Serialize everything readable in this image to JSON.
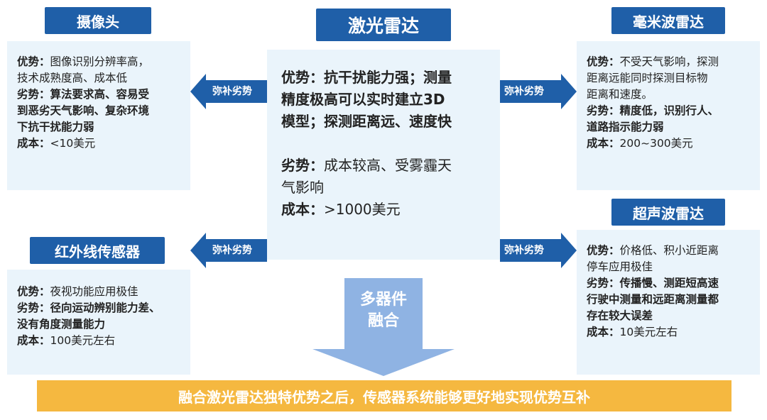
{
  "center": {
    "title": "激光雷达",
    "lines": [
      {
        "label": "优势：",
        "text": "抗干扰能力强；测量",
        "bold": true
      },
      {
        "label": "",
        "text": "精度极高可以实时建立3D",
        "bold": true
      },
      {
        "label": "",
        "text": "模型；探测距离远、速度快",
        "bold": true
      },
      {
        "label": "",
        "text": "",
        "bold": false
      },
      {
        "label": "劣势：",
        "text": "成本较高、受雾霾天",
        "bold": false
      },
      {
        "label": "",
        "text": "气影响",
        "bold": false
      },
      {
        "label": "成本：",
        "text": ">1000美元",
        "bold": false
      }
    ]
  },
  "camera": {
    "title": "摄像头",
    "lines": [
      {
        "label": "优势：",
        "text": "图像识别分辨率高，",
        "bold": false
      },
      {
        "label": "",
        "text": "技术成熟度高、成本低",
        "bold": false
      },
      {
        "label": "劣势：",
        "text": "算法要求高、容易受",
        "bold": true
      },
      {
        "label": "",
        "text": "到恶劣天气影响、复杂环境",
        "bold": true
      },
      {
        "label": "",
        "text": "下抗干扰能力弱",
        "bold": true
      },
      {
        "label": "成本：",
        "text": "<10美元",
        "bold": false
      }
    ]
  },
  "infrared": {
    "title": "红外线传感器",
    "lines": [
      {
        "label": "优势：",
        "text": "夜视功能应用极佳",
        "bold": false
      },
      {
        "label": "劣势：",
        "text": "径向运动辨别能力差、",
        "bold": true
      },
      {
        "label": "",
        "text": "没有角度测量能力",
        "bold": true
      },
      {
        "label": "成本：",
        "text": "100美元左右",
        "bold": false
      }
    ]
  },
  "mmwave": {
    "title": "毫米波雷达",
    "lines": [
      {
        "label": "优势：",
        "text": "不受天气影响，探测",
        "bold": false
      },
      {
        "label": "",
        "text": "距离远能同时探测目标物",
        "bold": false
      },
      {
        "label": "",
        "text": "距离和速度。",
        "bold": false
      },
      {
        "label": "劣势：",
        "text": "精度低，识别行人、",
        "bold": true
      },
      {
        "label": "",
        "text": "道路指示能力弱",
        "bold": true
      },
      {
        "label": "成本：",
        "text": "200~300美元",
        "bold": false
      }
    ]
  },
  "ultrasonic": {
    "title": "超声波雷达",
    "lines": [
      {
        "label": "优势：",
        "text": "价格低、积小近距离",
        "bold": false
      },
      {
        "label": "",
        "text": "停车应用极佳",
        "bold": false
      },
      {
        "label": "劣势：",
        "text": "传播慢、测距短高速",
        "bold": true
      },
      {
        "label": "",
        "text": "行驶中测量和远距离测量都",
        "bold": true
      },
      {
        "label": "",
        "text": "存在较大误差",
        "bold": true
      },
      {
        "label": "成本：",
        "text": "10美元左右",
        "bold": false
      }
    ]
  },
  "arrows": {
    "complement_label": "弥补劣势"
  },
  "fusion": {
    "line1": "多器件",
    "line2": "融合"
  },
  "bottom": {
    "text": "融合激光雷达独特优势之后，传感器系统能够更好地实现优势互补"
  },
  "colors": {
    "title_bg": "#1f5fa8",
    "panel_bg": "#eaf4fb",
    "arrow": "#1f5fa8",
    "fusion_arrow": "#8fb3e3",
    "bottom_bar": "#f5b840"
  }
}
